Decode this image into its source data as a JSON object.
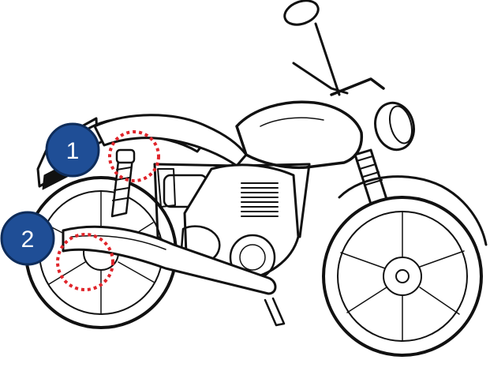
{
  "illustration": {
    "subject-icon": "motorcycle-line-drawing",
    "line_color": "#111111",
    "background": "#ffffff"
  },
  "callouts": [
    {
      "label": "1",
      "badge_color": "#1f4e96"
    },
    {
      "label": "2",
      "badge_color": "#1f4e96"
    }
  ],
  "highlight_ring_color": "#e0252b"
}
